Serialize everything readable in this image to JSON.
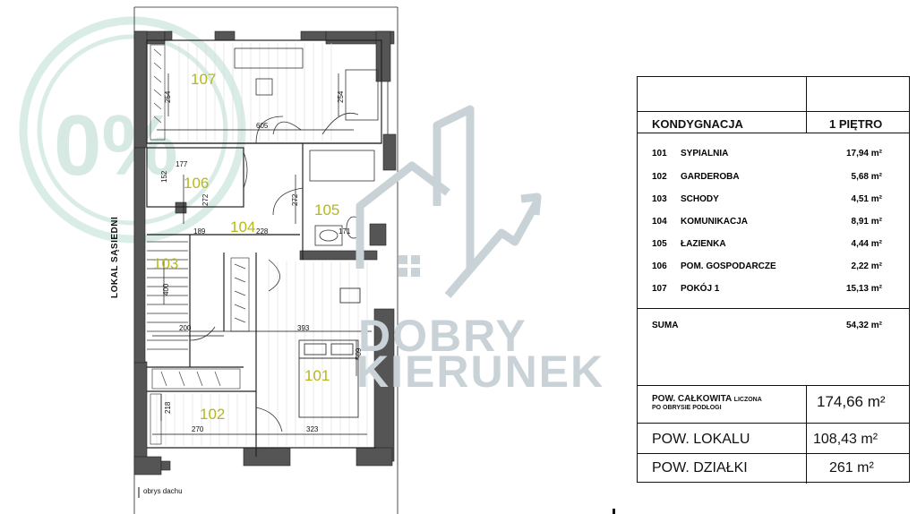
{
  "watermark": {
    "badge": "0%",
    "brand_line1": "DOBRY",
    "brand_line2": "KIERUNEK"
  },
  "plan": {
    "side_label": "LOKAL SĄSIEDNI",
    "roof_outline_label": "obrys dachu",
    "rooms": {
      "r101": "101",
      "r102": "102",
      "r103": "103",
      "r104": "104",
      "r105": "105",
      "r106": "106",
      "r107": "107"
    },
    "dims": {
      "d254a": "254",
      "d254b": "254",
      "d605": "605",
      "d177": "177",
      "d152": "152",
      "d272a": "272",
      "d272b": "272",
      "d189": "189",
      "d228": "228",
      "d171": "171",
      "d400": "400",
      "d200": "200",
      "d393": "393",
      "d509": "509",
      "d218": "218",
      "d270": "270",
      "d323": "323"
    }
  },
  "table": {
    "header_left": "KONDYGNACJA",
    "header_right": "1 PIĘTRO",
    "rooms": [
      {
        "num": "101",
        "name": "SYPIALNIA",
        "area": "17,94 m²"
      },
      {
        "num": "102",
        "name": "GARDEROBA",
        "area": "5,68 m²"
      },
      {
        "num": "103",
        "name": "SCHODY",
        "area": "4,51 m²"
      },
      {
        "num": "104",
        "name": "KOMUNIKACJA",
        "area": "8,91 m²"
      },
      {
        "num": "105",
        "name": "ŁAZIENKA",
        "area": "4,44 m²"
      },
      {
        "num": "106",
        "name": "POM. GOSPODARCZE",
        "area": "2,22 m²"
      },
      {
        "num": "107",
        "name": "POKÓJ 1",
        "area": "15,13 m²"
      }
    ],
    "sum_label": "SUMA",
    "sum_value": "54,32 m²",
    "total_label": "POW. CAŁKOWITA",
    "total_note_1": "LICZONA",
    "total_note_2": "PO OBRYSIE PODŁOGI",
    "total_value": "174,66 m²",
    "local_label": "POW. LOKALU",
    "local_value": "108,43 m²",
    "plot_label": "POW. DZIAŁKI",
    "plot_value": "261 m²"
  }
}
